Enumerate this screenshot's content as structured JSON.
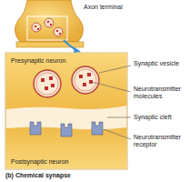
{
  "diagram": {
    "caption": "(b) Chemical synapse",
    "nodes": [
      {
        "text": [
          "Presynaptic neuron"
        ]
      },
      {
        "text": [
          "Postsynaptic neuron"
        ]
      }
    ],
    "labels": [
      "Axon terminal",
      "Synaptic vesicle",
      "Neurotransmitter molecules",
      "Synaptic cleft",
      "Neurotransmitter receptor"
    ]
  }
}
